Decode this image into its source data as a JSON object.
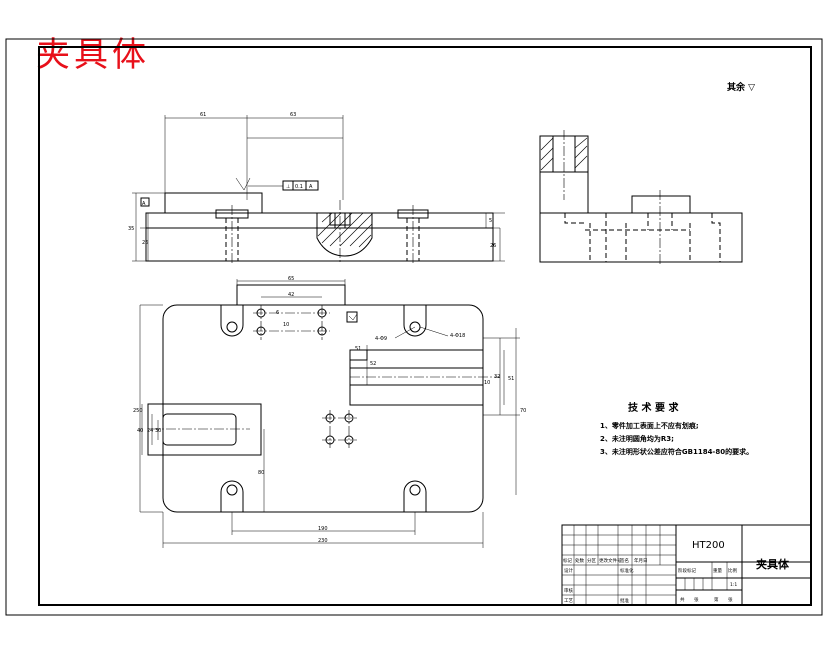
{
  "stamp": {
    "text": "夹具体"
  },
  "roughness": {
    "text": "其余 ▽"
  },
  "front_view": {
    "dims": {
      "d61": "61",
      "d63": "63",
      "h35": "35",
      "h26": "26",
      "h5": "5",
      "h26b": "26"
    },
    "tolerance": {
      "sym": "⊥",
      "value": "0.1",
      "datum": "A"
    },
    "datum_label": "A"
  },
  "plan_view": {
    "dims": {
      "d65": "65",
      "d42": "42",
      "d6": "6",
      "d10": "10",
      "d250": "250",
      "d190": "190",
      "d230": "230",
      "d80": "80",
      "d51": "51",
      "d52": "52",
      "d10b": "10",
      "d70": "70",
      "d51b": "51",
      "d32": "32",
      "r": "4-Φ18",
      "r2": "4-Φ9",
      "d24": "24",
      "d40": "40",
      "d30": "30"
    }
  },
  "tech_req": {
    "title": "技 术 要 求",
    "items": [
      "1、零件加工表面上不应有划痕;",
      "2、未注明圆角均为R3;",
      "3、未注明形状公差应符合GB1184-80的要求。"
    ]
  },
  "title_block": {
    "material": "HT200",
    "part_name": "夹具体",
    "scale": "1:1",
    "headers": [
      "标记",
      "处数",
      "分区",
      "更改文件号",
      "签名",
      "年月日"
    ],
    "row_labels": [
      "设计",
      "审核",
      "工艺"
    ],
    "mid_labels": [
      "标准化",
      "",
      "批准"
    ],
    "stage_labels": [
      "阶段标记",
      "重量",
      "比例"
    ],
    "sheet_labels": [
      "共",
      "张",
      "第",
      "张"
    ]
  }
}
